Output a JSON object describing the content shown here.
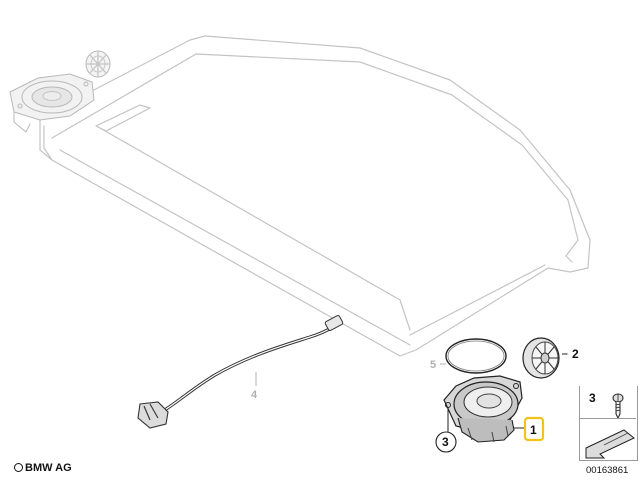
{
  "diagram": {
    "callouts": [
      {
        "label": "1",
        "highlighted": true
      },
      {
        "label": "2",
        "highlighted": false
      },
      {
        "label": "3",
        "highlighted": false
      },
      {
        "label": "4",
        "highlighted": false,
        "greyed": true
      },
      {
        "label": "5",
        "highlighted": false,
        "greyed": true
      }
    ],
    "highlight_color": "#f2c316",
    "legend": {
      "screw_label": "3"
    },
    "brand": "BMW AG",
    "document_number": "00163861"
  },
  "icons": [
    "speaker-icon",
    "grille-cap-icon",
    "screw-icon",
    "cable-icon",
    "seal-ring-icon",
    "direction-arrow-icon"
  ]
}
